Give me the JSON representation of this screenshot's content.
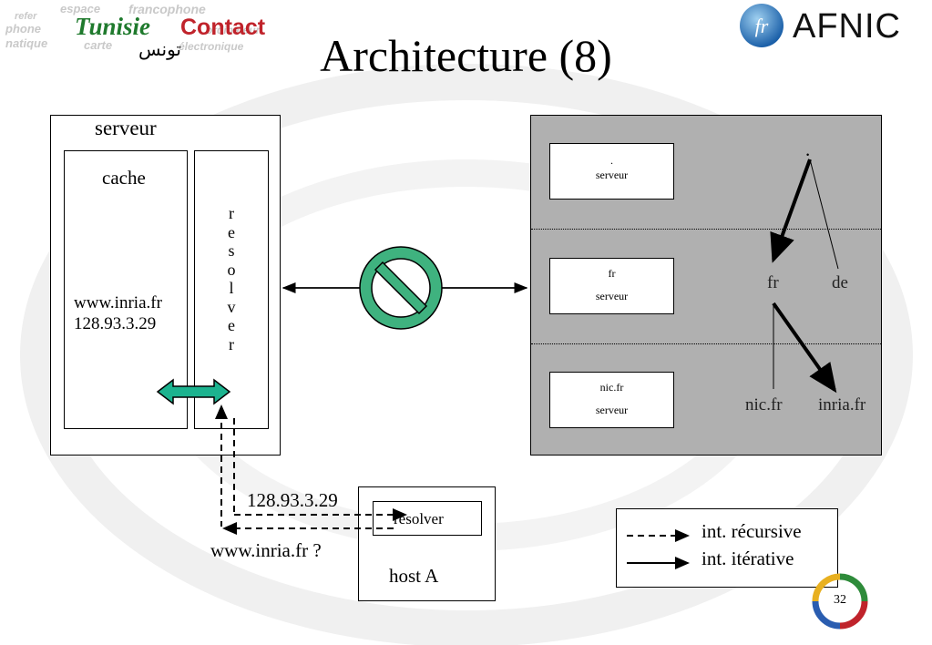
{
  "header": {
    "title": "Architecture (8)",
    "logo_left": {
      "name": "Tunisie",
      "contact": "Contact",
      "arabic": "تونس",
      "watermark_words": [
        "espace",
        "francophone",
        "refer",
        "phone",
        "ordinateur",
        "natique",
        "carte",
        "électronique"
      ]
    },
    "logo_right": {
      "text": "AFNIC",
      "mark": "fr"
    }
  },
  "left_server": {
    "label": "serveur",
    "cache_label": "cache",
    "cache_entry_name": "www.inria.fr",
    "cache_entry_ip": "128.93.3.29",
    "resolver_letters": [
      "r",
      "e",
      "s",
      "o",
      "l",
      "v",
      "e",
      "r"
    ]
  },
  "dns_servers": [
    {
      "zone": ".",
      "label": "serveur"
    },
    {
      "zone": "fr",
      "label": "serveur"
    },
    {
      "zone": "nic.fr",
      "label": "serveur"
    }
  ],
  "tree": {
    "root": ".",
    "level1": [
      "fr",
      "de"
    ],
    "level2": [
      "nic.fr",
      "inria.fr"
    ]
  },
  "host": {
    "label": "host A",
    "resolver_label": "resolver",
    "answer": "128.93.3.29",
    "query": "www.inria.fr ?"
  },
  "legend": {
    "recursive": "int. récursive",
    "iterative": "int. itérative"
  },
  "page_number": "32",
  "colors": {
    "teal_arrow": "#1cb38f",
    "no_symbol": "#3fb27f",
    "grey_panel": "#b0b0b0"
  }
}
